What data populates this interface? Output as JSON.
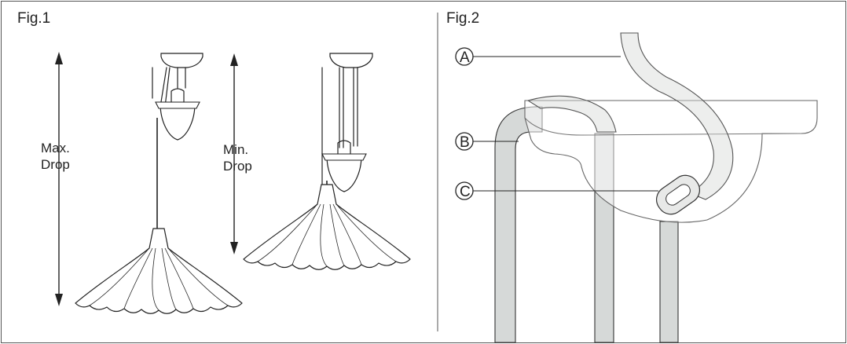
{
  "fig1": {
    "title": "Fig.1",
    "max_drop_line1": "Max.",
    "max_drop_line2": "Drop",
    "min_drop_line1": "Min.",
    "min_drop_line2": "Drop"
  },
  "fig2": {
    "title": "Fig.2",
    "callouts": [
      "A",
      "B",
      "C"
    ]
  }
}
